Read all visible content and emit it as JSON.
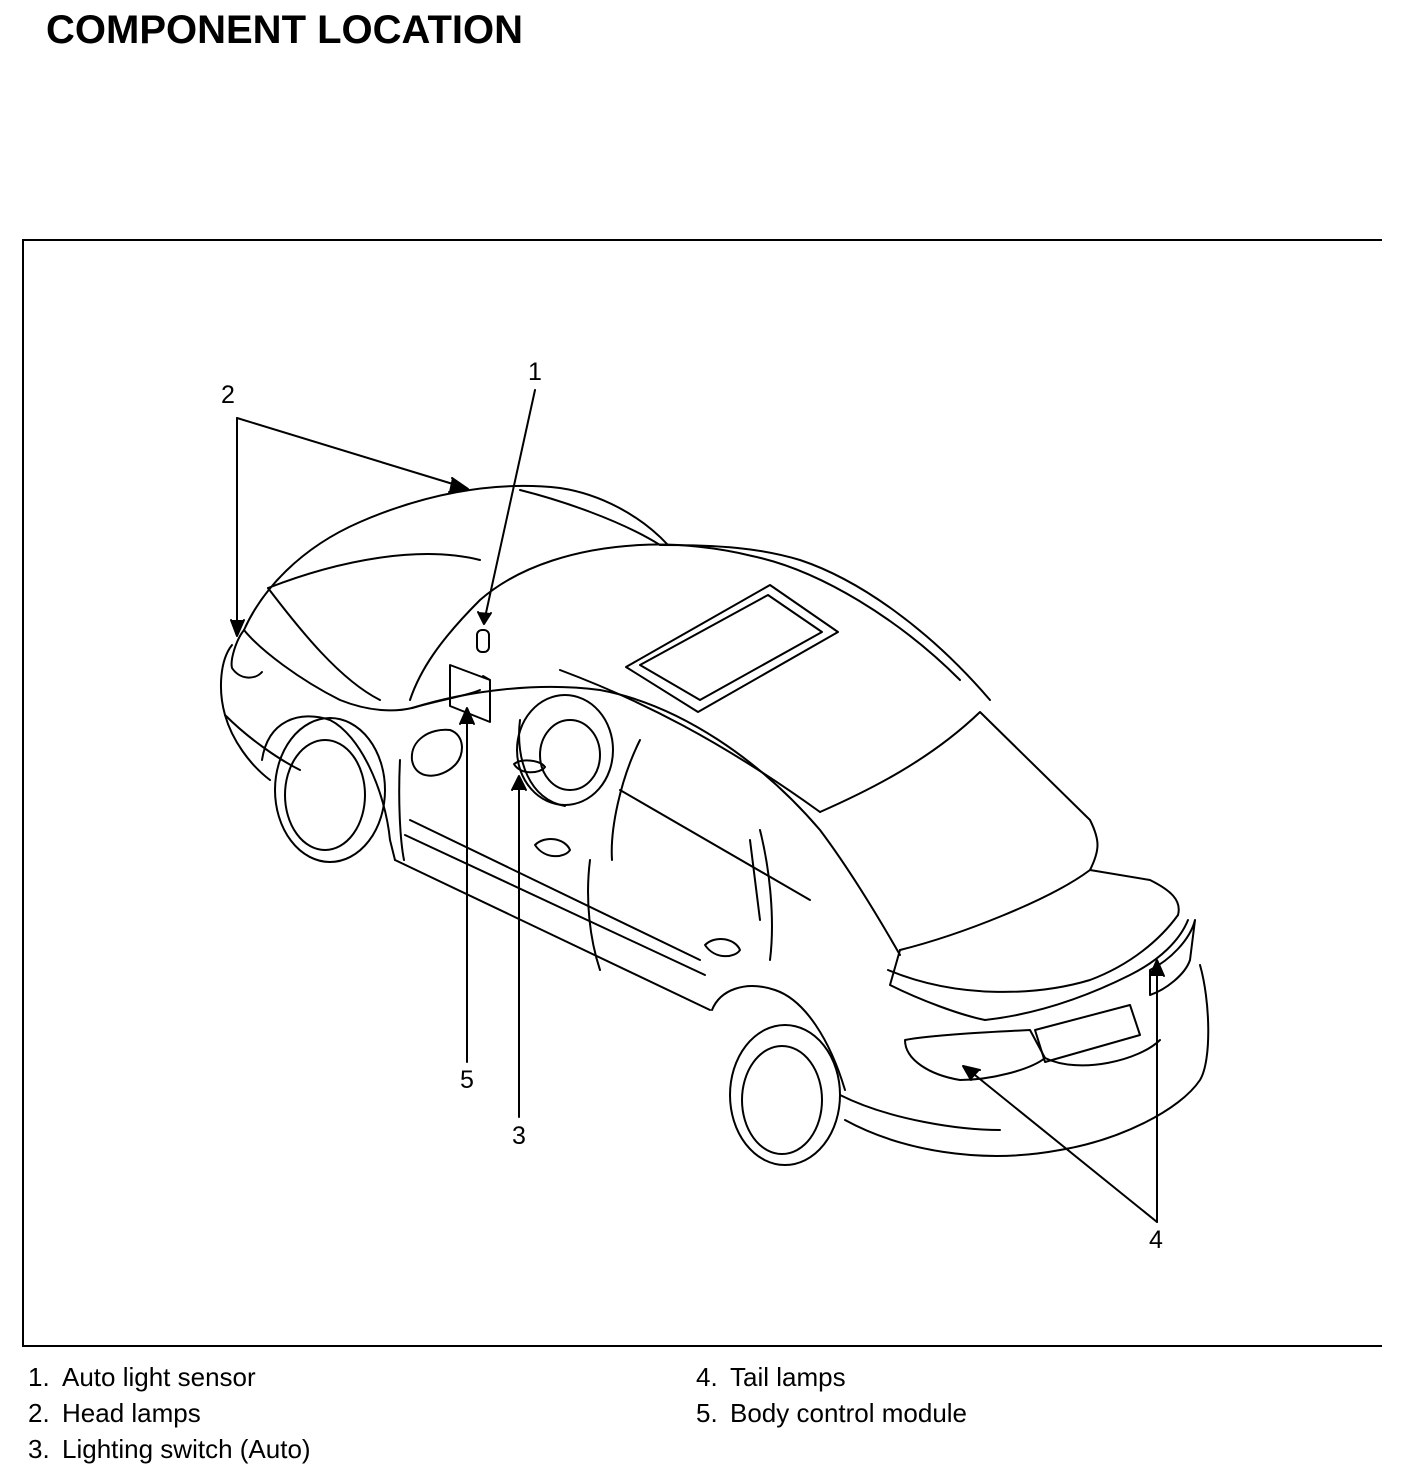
{
  "title": "COMPONENT LOCATION",
  "callouts": {
    "c1": "1",
    "c2": "2",
    "c3": "3",
    "c4": "4",
    "c5": "5"
  },
  "legend": [
    {
      "number": "1.",
      "label": "Auto light sensor"
    },
    {
      "number": "2.",
      "label": "Head lamps"
    },
    {
      "number": "3.",
      "label": "Lighting switch (Auto)"
    },
    {
      "number": "4.",
      "label": "Tail lamps"
    },
    {
      "number": "5.",
      "label": "Body control module"
    }
  ],
  "colors": {
    "ink": "#000000",
    "background": "#ffffff"
  }
}
